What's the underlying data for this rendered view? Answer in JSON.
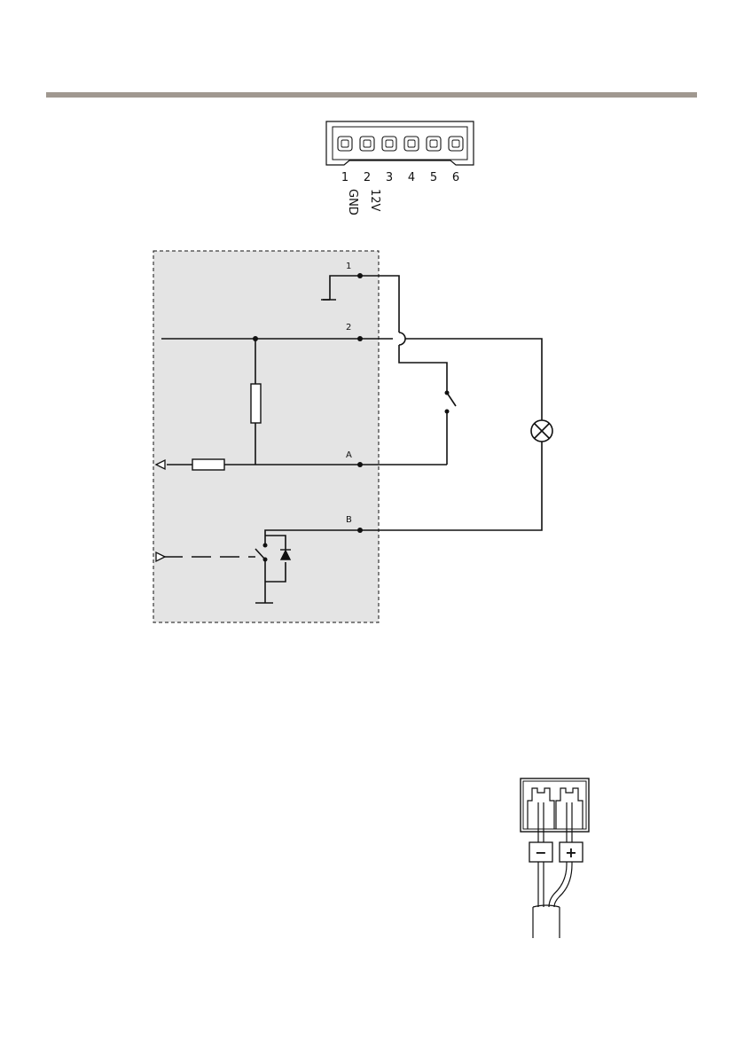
{
  "connector": {
    "pins": [
      "1",
      "2",
      "3",
      "4",
      "5",
      "6"
    ],
    "pin_functions": [
      {
        "pin": "1",
        "label": "GND"
      },
      {
        "pin": "2",
        "label": "12V"
      }
    ]
  },
  "schematic": {
    "nodes": [
      "1",
      "2",
      "A",
      "B"
    ]
  },
  "power_connector": {
    "terminals": [
      "−",
      "+"
    ]
  }
}
